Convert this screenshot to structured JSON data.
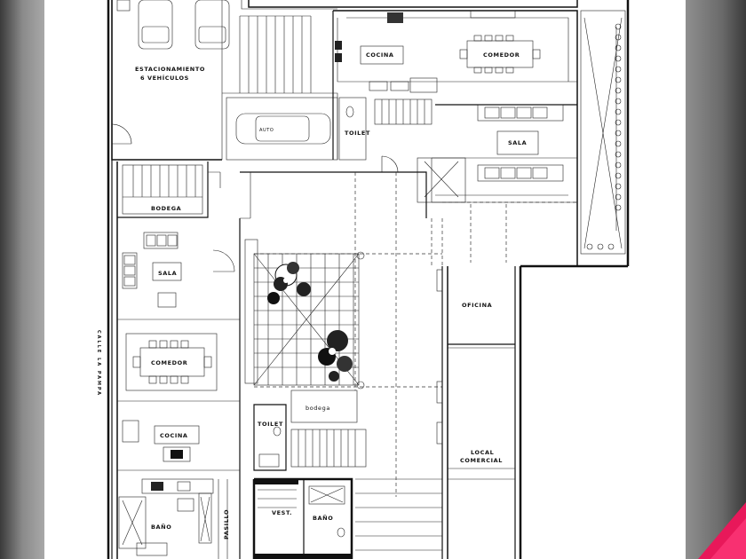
{
  "rooms": {
    "estacionamiento_line1": "ESTACIONAMIENTO",
    "estacionamiento_line2": "6 VEHÍCULOS",
    "cocina_top": "COCINA",
    "comedor_top": "COMEDOR",
    "toilet_top": "TOILET",
    "sala_top": "SALA",
    "bodega_left": "BODEGA",
    "sala_left": "SALA",
    "comedor_left": "COMEDOR",
    "cocina_left": "COCINA",
    "bano_left": "BAÑO",
    "pasillo": "PASILLO",
    "toilet_mid": "TOILET",
    "bodega_mid": "bodega",
    "vest": "VEST.",
    "bano_mid": "BAÑO",
    "oficina": "OFICINA",
    "local_line1": "LOCAL",
    "local_line2": "COMERCIAL",
    "street": "CALLE LA PAMPA"
  },
  "colors": {
    "accent_corner": "#e8185a"
  }
}
